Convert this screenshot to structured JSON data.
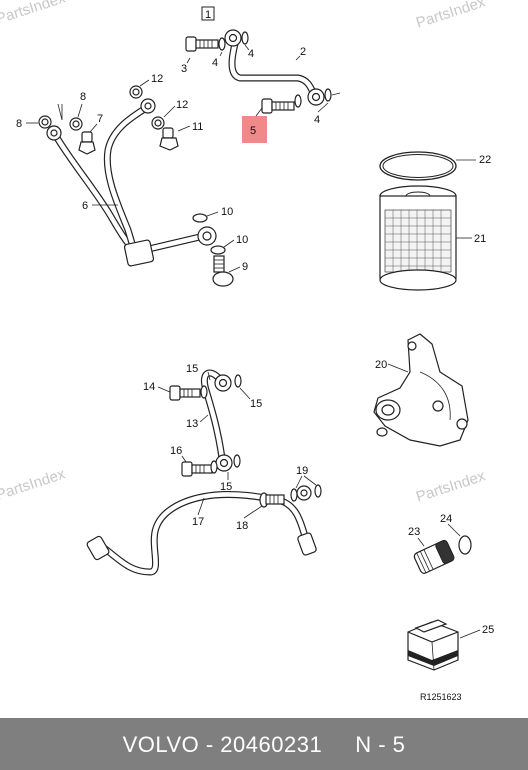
{
  "watermarks": [
    "PartsIndex",
    "PartsIndex",
    "PartsIndex",
    "PartsIndex"
  ],
  "box_label": "1",
  "highlight_label": "5",
  "highlight_color": "#f08a8a",
  "callouts": {
    "c2": "2",
    "c3": "3",
    "c4a": "4",
    "c4b": "4",
    "c4c": "4",
    "c6": "6",
    "c7": "7",
    "c8a": "8",
    "c8b": "8",
    "c9": "9",
    "c10a": "10",
    "c10b": "10",
    "c11": "11",
    "c12a": "12",
    "c12b": "12",
    "c13": "13",
    "c14": "14",
    "c15a": "15",
    "c15b": "15",
    "c15c": "15",
    "c16": "16",
    "c17": "17",
    "c18": "18",
    "c19": "19",
    "c20": "20",
    "c21": "21",
    "c22": "22",
    "c23": "23",
    "c24": "24",
    "c25": "25"
  },
  "ref_code": "R1251623",
  "footer": {
    "text": "VOLVO - 20460231     N - 5",
    "bg_color": "#7f7f7f"
  }
}
